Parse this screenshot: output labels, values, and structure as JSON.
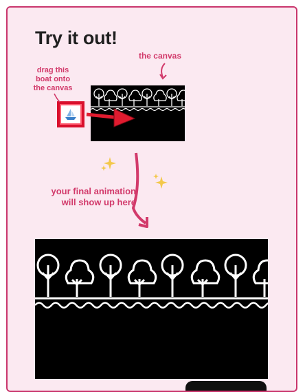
{
  "heading": "Try it out!",
  "notes": {
    "canvas": "the canvas",
    "drag": [
      "drag this",
      "boat onto",
      "the canvas"
    ],
    "final": [
      "your final animation",
      "will show up here"
    ]
  },
  "icons": {
    "boat": "sailboat-icon",
    "sparkle": "sparkle-icon",
    "tree_round": "round-tree-icon",
    "tree_bushy": "bushy-tree-icon"
  },
  "colors": {
    "accent": "#d23a6b",
    "panel_bg": "#fbe9f1",
    "highlight_red": "#d90f2c",
    "sparkle": "#f3c84b",
    "canvas": "#000000"
  }
}
